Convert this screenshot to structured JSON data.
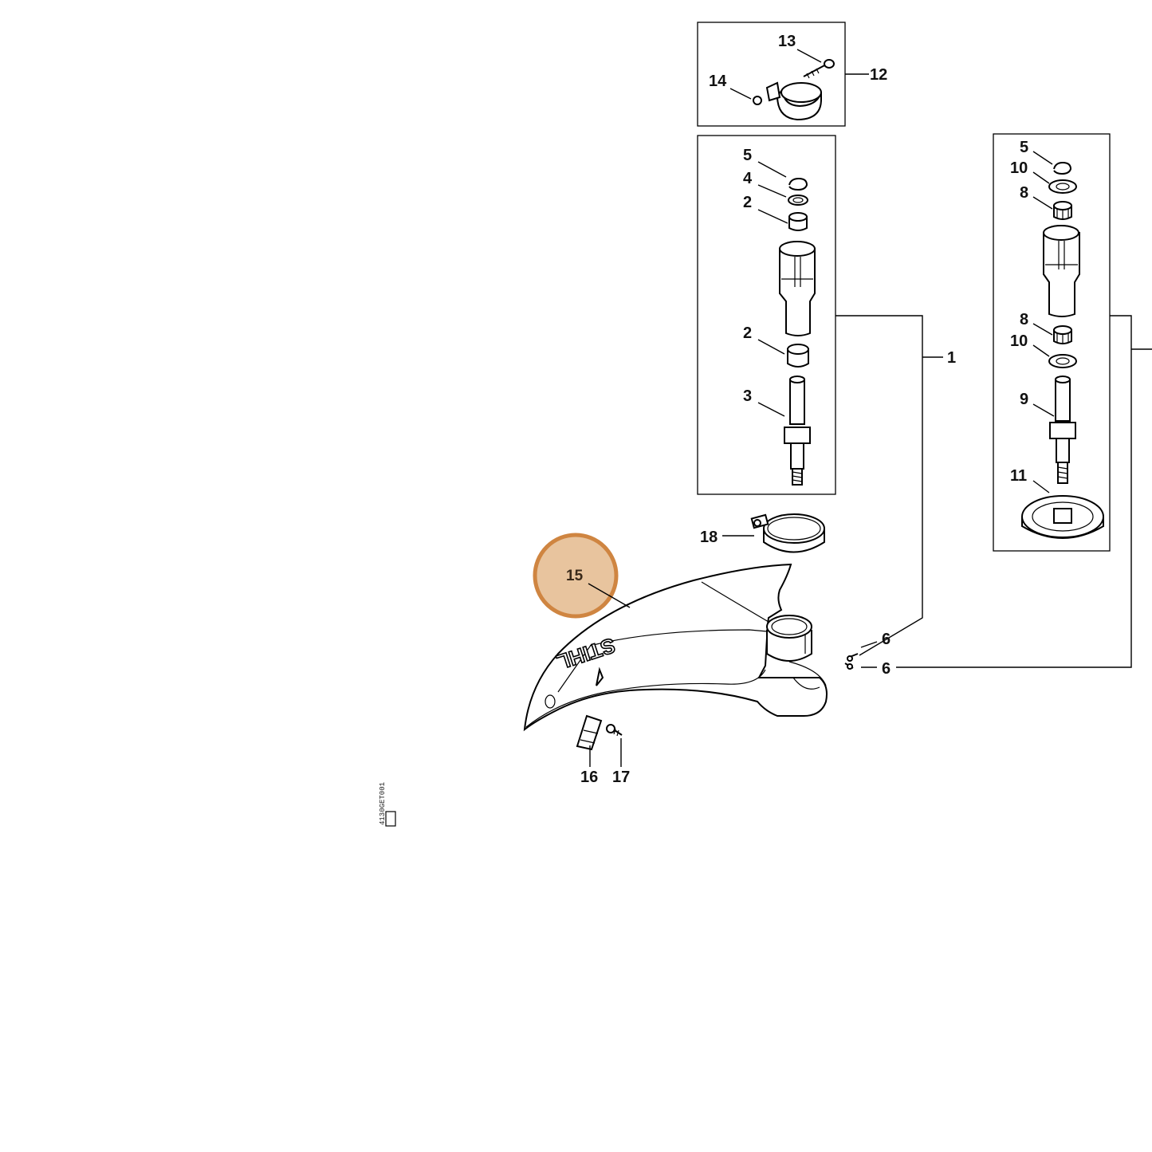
{
  "diagram": {
    "highlighted_callout": "15",
    "highlight_color": "#cf8541",
    "brand_mark": "STIHL",
    "side_code": "4130GET001",
    "callouts": {
      "c13": "13",
      "c14": "14",
      "c12": "12",
      "l5": "5",
      "l4": "4",
      "l2a": "2",
      "l2b": "2",
      "l3": "3",
      "c1": "1",
      "r5": "5",
      "r10a": "10",
      "r8a": "8",
      "r8b": "8",
      "r10b": "10",
      "r9": "9",
      "r11": "11",
      "c18": "18",
      "c15": "15",
      "c6a": "6",
      "c6b": "6",
      "c16": "16",
      "c17": "17"
    }
  }
}
